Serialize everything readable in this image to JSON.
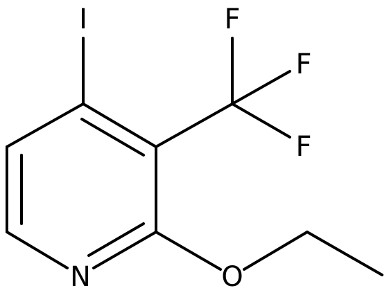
{
  "molecule": {
    "atoms": {
      "iodine": "I",
      "fluorine_top": "F",
      "fluorine_right": "F",
      "fluorine_bottom": "F",
      "nitrogen": "N",
      "oxygen": "O"
    }
  },
  "colors": {
    "bond": "#000000",
    "label": "#000000",
    "background": "#ffffff"
  }
}
